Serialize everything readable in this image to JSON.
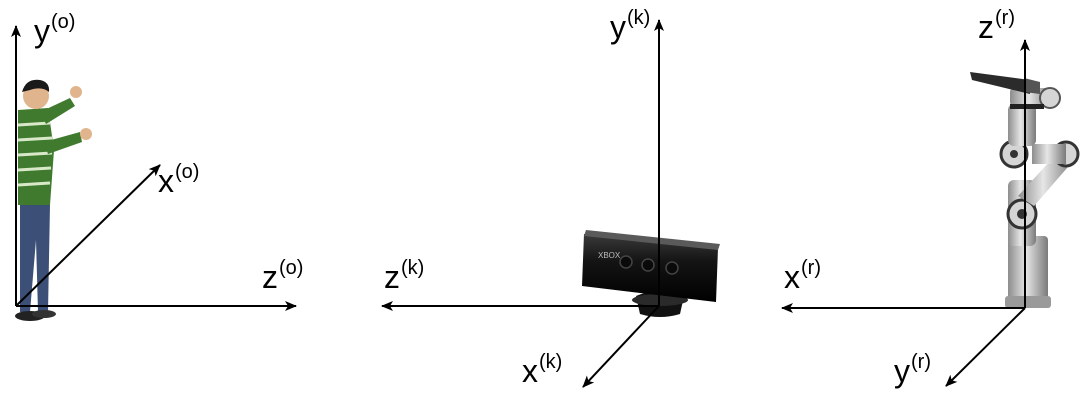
{
  "frames": {
    "observer": {
      "y_label": "y",
      "y_sup": "(o)",
      "x_label": "x",
      "x_sup": "(o)",
      "z_label": "z",
      "z_sup": "(o)"
    },
    "kinect": {
      "y_label": "y",
      "y_sup": "(k)",
      "x_label": "x",
      "x_sup": "(k)",
      "z_label": "z",
      "z_sup": "(k)",
      "device_text": "XBOX"
    },
    "robot": {
      "z_label": "z",
      "z_sup": "(r)",
      "x_label": "x",
      "x_sup": "(r)",
      "y_label": "y",
      "y_sup": "(r)"
    }
  },
  "colors": {
    "axis": "#000000",
    "shirt": "#3f7a2e",
    "shirt_stripe": "#d8e8c8",
    "jeans": "#3b4f77",
    "skin": "#e0b48c",
    "hair": "#1a1a1a",
    "kinect_body": "#1c1c1c",
    "robot_metal": "#c9c9c9",
    "robot_dark": "#333333"
  }
}
